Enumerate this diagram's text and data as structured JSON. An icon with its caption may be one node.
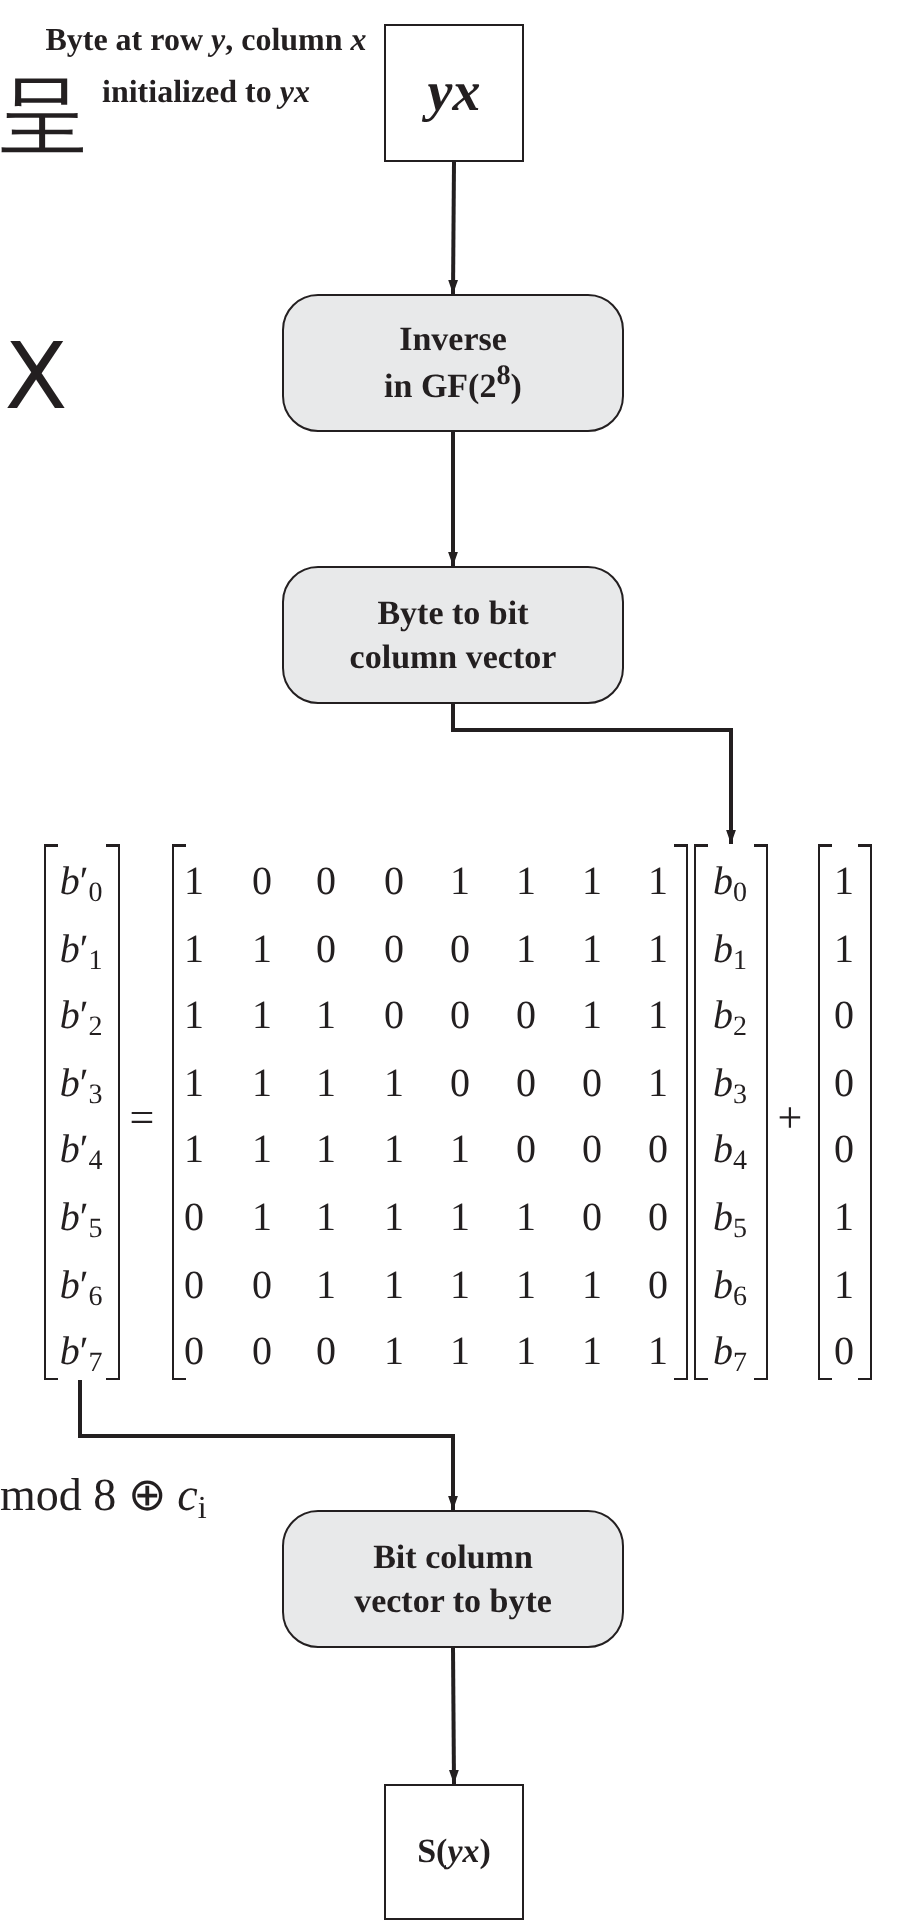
{
  "diagram": {
    "nodes": [
      {
        "text": [
          "yx"
        ],
        "beside": [
          "Byte at row *y*, column *x* initialized to *yx*"
        ]
      },
      {
        "text": [
          "Inverse in GF(2$^{8}$)"
        ]
      },
      {
        "text": [
          "Byte to bit column vector"
        ]
      },
      {
        "text": [
          "*b*′$_{0}$",
          "*b*′$_{1}$",
          "*b*′$_{2}$",
          "*b*′$_{3}$",
          "*b*′$_{4}$",
          "*b*′$_{5}$",
          "*b*′$_{6}$",
          "*b*′$_{7}$"
        ]
      },
      {
        "text": [
          "*b*$_{0}$",
          "*b*$_{1}$",
          "*b*$_{2}$",
          "*b*$_{3}$",
          "*b*$_{4}$",
          "*b*$_{5}$",
          "*b*$_{6}$",
          "*b*$_{7}$"
        ]
      },
      {
        "text": [
          "Bit column vector to byte"
        ]
      },
      {
        "text": [
          "S(*yx*)"
        ]
      }
    ],
    "edges": [
      {
        "from": 0,
        "to": 1,
        "arrow": "to"
      },
      {
        "from": 1,
        "to": 2,
        "arrow": "to"
      },
      {
        "from": 2,
        "to": 4,
        "arrow": "to"
      },
      {
        "from": 3,
        "to": 5,
        "arrow": "to"
      },
      {
        "from": 5,
        "to": 6,
        "arrow": "to"
      }
    ],
    "labels": [
      "呈",
      "X",
      "=",
      "1",
      "0",
      "0",
      "0",
      "1",
      "1",
      "1",
      "1",
      "1",
      "1",
      "0",
      "0",
      "0",
      "1",
      "1",
      "1",
      "1",
      "1",
      "1",
      "0",
      "0",
      "0",
      "1",
      "1",
      "1",
      "1",
      "1",
      "1",
      "0",
      "0",
      "0",
      "1",
      "1",
      "1",
      "1",
      "1",
      "1",
      "0",
      "0",
      "0",
      "0",
      "1",
      "1",
      "1",
      "1",
      "1",
      "0",
      "0",
      "0",
      "0",
      "1",
      "1",
      "1",
      "1",
      "1",
      "0",
      "0",
      "0",
      "0",
      "1",
      "1",
      "1",
      "1",
      "1",
      "+",
      "1",
      "1",
      "0",
      "0",
      "0",
      "1",
      "1",
      "0",
      "mod 8 ⊕ *c*$_{i}$"
    ]
  }
}
